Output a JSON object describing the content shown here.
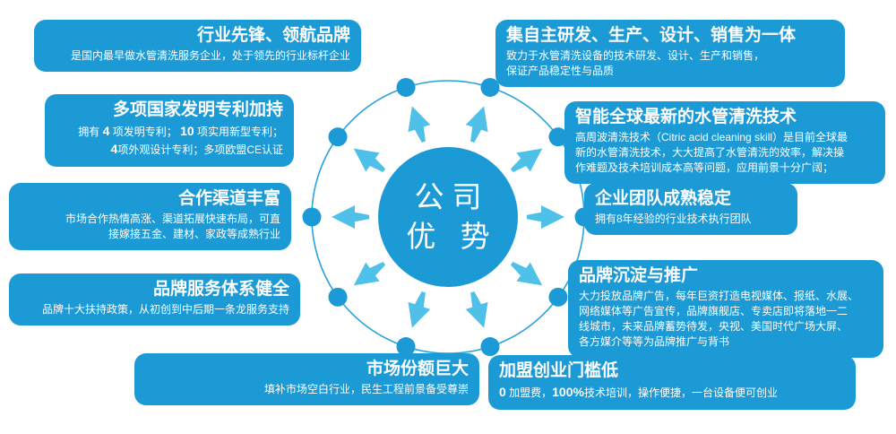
{
  "theme": {
    "card_blue": "#1b9ad6",
    "hub_blue": "#1b9ad6",
    "arrow_blue": "#4fc0e8",
    "ring_blue": "#29a3db",
    "dot_blue": "#1b9ad6",
    "background": "#ffffff",
    "text_white": "#ffffff"
  },
  "hub": {
    "line1": "公司",
    "line2": "优 势",
    "full": "公司优势"
  },
  "diagram": {
    "node_count": 10,
    "arrow_count": 10,
    "ring_label": "outer-ring",
    "center_label": "center-hub"
  },
  "cards": {
    "pioneer": {
      "title": "行业先锋、领航品牌",
      "desc": "是国内最早做水管清洗服务企业，处于领先的行业标杆企业"
    },
    "patents": {
      "title": "多项国家发明专利加持",
      "line1_a": "拥有 ",
      "line1_n1": "4",
      "line1_b": " 项发明专利； ",
      "line1_n2": "10",
      "line1_c": " 项实用新型专利；",
      "line2_n": "4",
      "line2_b": "项外观设计专利；多项欧盟CE认证"
    },
    "channels": {
      "title": "合作渠道丰富",
      "desc_line1": "市场合作热情高涨、渠道拓展快速布局，可直",
      "desc_line2": "接嫁接五金、建材、家政等成熟行业"
    },
    "service": {
      "title": "品牌服务体系健全",
      "desc": "品牌十大扶持政策，从初创到中后期一条龙服务支持"
    },
    "market": {
      "title": "市场份额巨大",
      "desc": "填补市场空白行业，民生工程前景备受尊崇"
    },
    "integrated": {
      "title": "集自主研发、生产、设计、销售为一体",
      "desc_line1": "致力于水管清洗设备的技术研发、设计、生产和销售，",
      "desc_line2": "保证产品稳定性与品质"
    },
    "tech": {
      "title": "智能全球最新的水管清洗技术",
      "desc_line1": "高周波清洗技术（Citric acid cleaning skill）是目前全球最",
      "desc_line2": "新的水管清洗技术，大大提高了水管清洗的效率，解决操",
      "desc_line3": "作难题及技术培训成本高等问题，应用前景十分广阔；"
    },
    "team": {
      "title": "企业团队成熟稳定",
      "desc": "拥有8年经验的行业技术执行团队"
    },
    "brand": {
      "title": "品牌沉淀与推广",
      "desc_line1": "大力投放品牌广告，每年巨资打造电视媒体、报纸、水展、",
      "desc_line2": "网络媒体等广告宣传，品牌旗舰店、专卖店即将落地一二",
      "desc_line3": "线城市，未来品牌蓄势待发，央视、美国时代广场大屏、",
      "desc_line4": "各方媒介等等为品牌推广与背书"
    },
    "franchise": {
      "title": "加盟创业门槛低",
      "line_n1": "0",
      "line_a": " 加盟费，",
      "line_n2": "100%",
      "line_b": "技术培训，操作便捷，一台设备便可创业"
    }
  }
}
